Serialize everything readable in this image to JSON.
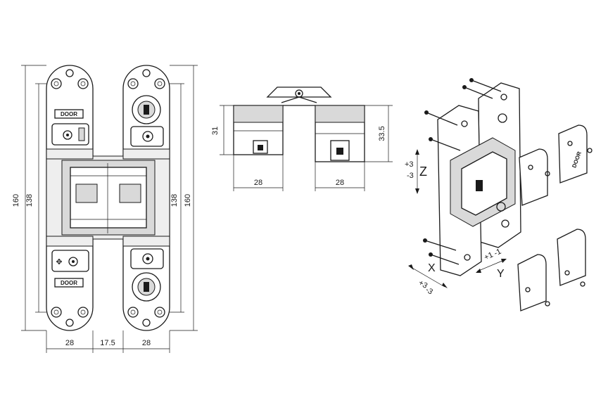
{
  "front_view": {
    "dim_width_left": "28",
    "dim_gap": "17.5",
    "dim_width_right": "28",
    "dim_height_outer_left": "160",
    "dim_height_inner_left": "138",
    "dim_height_inner_right": "138",
    "dim_height_outer_right": "160",
    "brand_top": "DOOR",
    "brand_bottom": "DOOR"
  },
  "side_view": {
    "dim_height_left": "31",
    "dim_height_right": "33.5",
    "dim_width_left": "28",
    "dim_width_right": "28"
  },
  "adjustment": {
    "z_axis": "Z",
    "z_plus": "+3",
    "z_minus": "-3",
    "x_axis": "X",
    "x_plus": "+3",
    "x_minus": "-3",
    "y_axis": "Y",
    "y_plus": "+1",
    "y_minus": "-1",
    "cover_brand": "DOOR"
  },
  "colors": {
    "line": "#1a1a1a",
    "shade": "#d9d9d9"
  }
}
